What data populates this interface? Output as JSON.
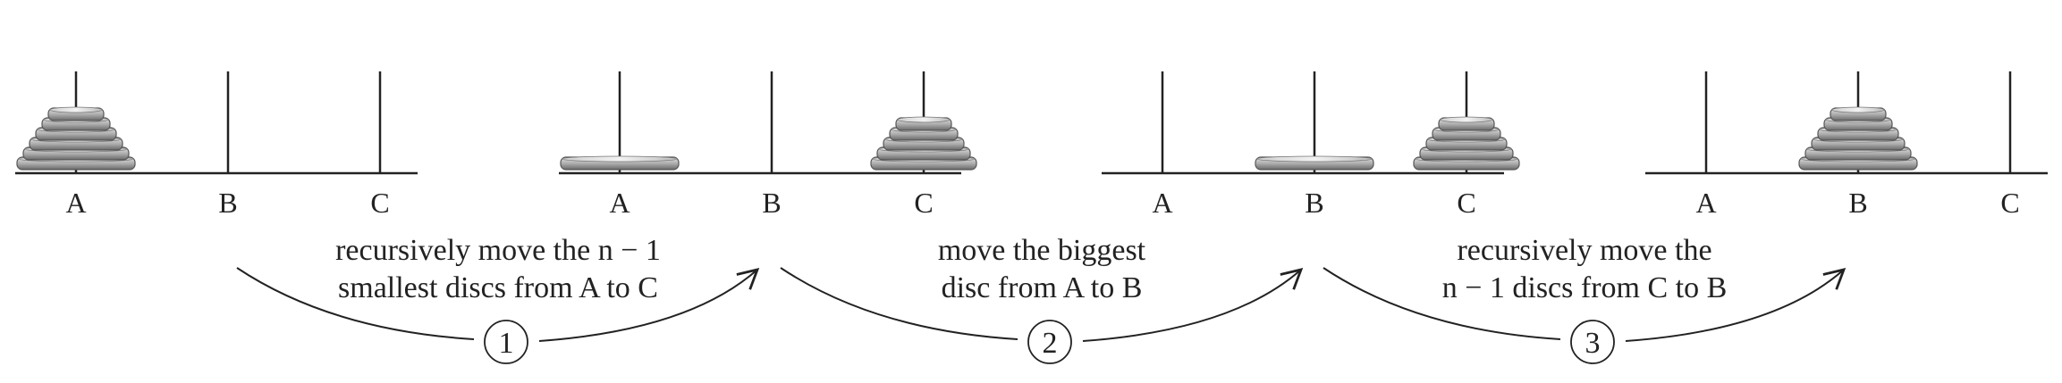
{
  "colors": {
    "ink": "#222222",
    "disc_light": "#dcdcdc",
    "disc_dark": "#6f6f6f",
    "disc_top": "#e6e6e6"
  },
  "configs": [
    {
      "pegs": [
        "A",
        "B",
        "C"
      ],
      "disc_counts": [
        6,
        0,
        0
      ],
      "big_on": null
    },
    {
      "pegs": [
        "A",
        "B",
        "C"
      ],
      "disc_counts": [
        0,
        0,
        5
      ],
      "big_on": 0
    },
    {
      "pegs": [
        "A",
        "B",
        "C"
      ],
      "disc_counts": [
        0,
        0,
        5
      ],
      "big_on": 1
    },
    {
      "pegs": [
        "A",
        "B",
        "C"
      ],
      "disc_counts": [
        0,
        6,
        0
      ],
      "big_on": null
    }
  ],
  "steps": [
    {
      "number": "1",
      "caption_line1": "recursively move the n − 1",
      "caption_line2": "smallest discs from A to C"
    },
    {
      "number": "2",
      "caption_line1": "move the biggest",
      "caption_line2": "disc from A to B"
    },
    {
      "number": "3",
      "caption_line1": "recursively move the",
      "caption_line2": "n − 1 discs from C to B"
    }
  ]
}
